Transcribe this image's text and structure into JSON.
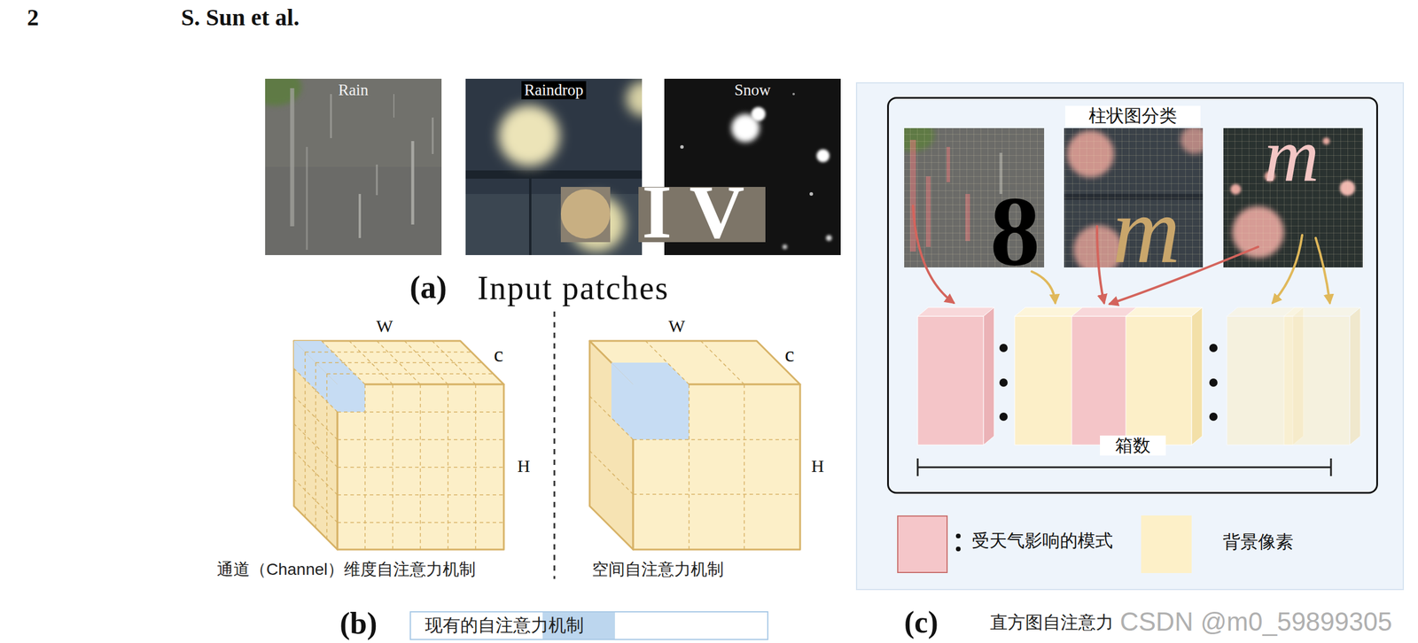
{
  "diagram": {
    "nodes": [
      {
        "text": [
          "Rain"
        ]
      },
      {
        "text": [
          "Raindrop"
        ]
      },
      {
        "text": [
          "Snow"
        ]
      },
      {
        "text": [
          "柱状图分类",
          "箱数"
        ]
      },
      {
        "text": [
          "现有的自注意力机制"
        ]
      }
    ],
    "labels": [
      "2",
      "S. Sun et al.",
      "IV",
      "8",
      "m",
      "m",
      "(a)",
      "Input patches",
      "W",
      "c",
      "H",
      "W",
      "c",
      "H",
      "通道（Channel）维度自注意力机制",
      "空间自注意力机制",
      "(b)",
      "(c)",
      "直方图自注意力",
      "CSDN @m0_59899305"
    ],
    "legend": [
      {
        "text": "受天气影响的模式",
        "color": "#f5c6c9"
      },
      {
        "text": "背景像素",
        "color": "#fdf0c8"
      }
    ]
  }
}
